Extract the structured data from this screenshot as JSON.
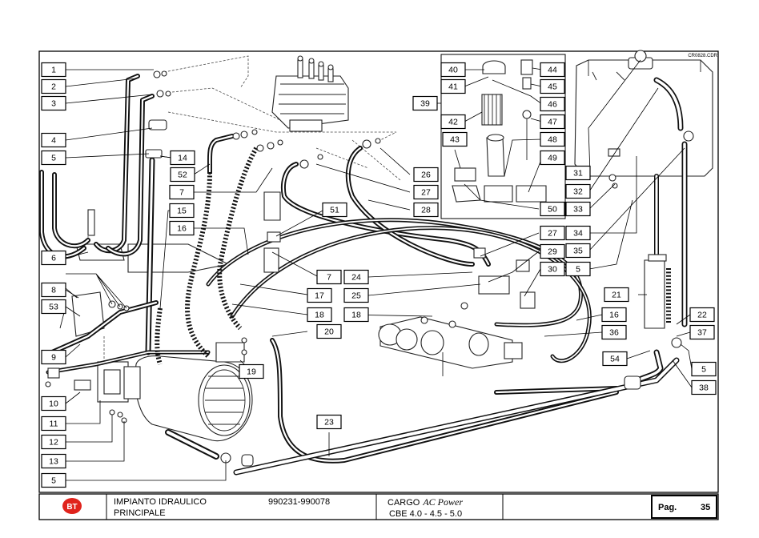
{
  "drawing_code": "CR0828.CDR",
  "labels": [
    "1",
    "2",
    "3",
    "4",
    "5",
    "6",
    "7",
    "8",
    "9",
    "10",
    "11",
    "12",
    "13",
    "14",
    "15",
    "16",
    "17",
    "18",
    "19",
    "20",
    "21",
    "22",
    "23",
    "24",
    "25",
    "26",
    "27",
    "28",
    "29",
    "30",
    "31",
    "32",
    "33",
    "34",
    "35",
    "36",
    "37",
    "38",
    "39",
    "40",
    "41",
    "42",
    "43",
    "44",
    "45",
    "46",
    "47",
    "48",
    "49",
    "50",
    "51",
    "52",
    "53",
    "54"
  ],
  "title_block": {
    "logo_text": "BT",
    "title_line1": "IMPIANTO IDRAULICO",
    "title_line2": "PRINCIPALE",
    "serial_range": "990231-990078",
    "model_prefix": "CARGO",
    "model_suffix": "AC Power",
    "model_variants": "CBE 4.0 - 4.5 - 5.0",
    "page_label": "Pag.",
    "page_number": "35"
  }
}
